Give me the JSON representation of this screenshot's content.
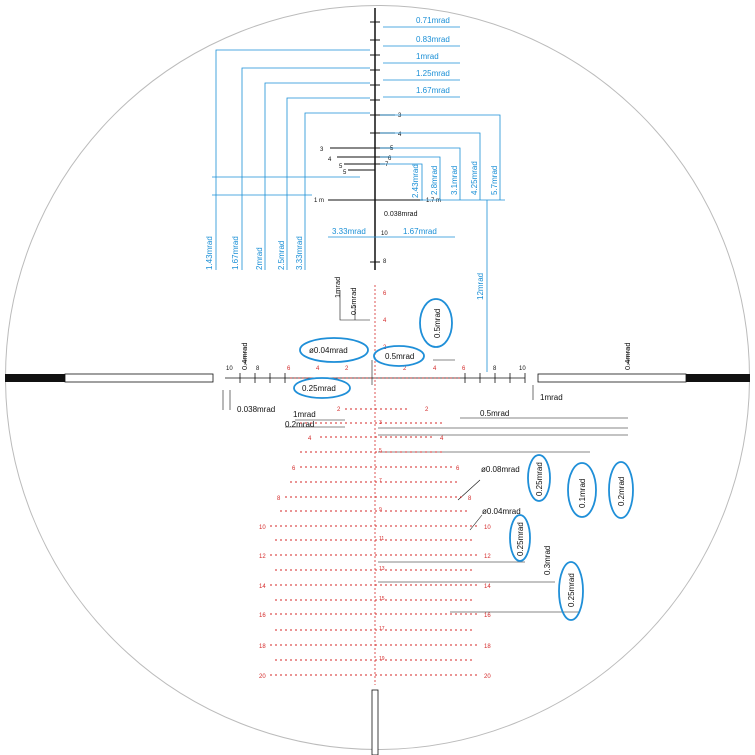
{
  "colors": {
    "dimension_blue": "#1a8fd6",
    "reticle_black": "#111111",
    "subtension_red": "#d42a2a",
    "highlight_oval": "#1f8fd8",
    "field_circle": "#bbbbbb"
  },
  "upper_post": {
    "right_labels": [
      "0.71mrad",
      "0.83mrad",
      "1mrad",
      "1.25mrad",
      "1.67mrad"
    ],
    "rangefinder_numbers": [
      "3",
      "4",
      "5",
      "6",
      "7",
      "3",
      "4",
      "5",
      "5"
    ],
    "vertical_labels_left": [
      "1.43mrad",
      "1.67mrad",
      "2mrad",
      "2.5mrad",
      "3.33mrad"
    ],
    "vertical_labels_right": [
      "2.43mrad",
      "2.8mrad",
      "3.1mrad",
      "4.25mrad",
      "5.7mrad"
    ],
    "mid_left": "1 m",
    "mid_right": "1.7 m",
    "gap_label": "0.038mrad",
    "bar_left": "3.33mrad",
    "bar_number": "10",
    "bar_right": "1.67mrad",
    "marker_8": "8",
    "tall_right": "12mrad"
  },
  "center": {
    "label_1mrad": "1mrad",
    "label_0_5mrad": "0.5mrad",
    "oval_0_5mrad": "0.5mrad",
    "oval_thickness": "ø0.04mrad",
    "oval_0_5mrad_horizontal": "0.5mrad",
    "oval_0_25mrad": "0.25mrad",
    "red_top_numbers": [
      "6",
      "4",
      "2"
    ],
    "left_numbers": [
      "10",
      "8",
      "6",
      "4",
      "2"
    ],
    "right_numbers": [
      "2",
      "4",
      "6",
      "8",
      "10"
    ],
    "left_0_4mrad": "0.4mrad",
    "right_0_4mrad": "0.4mrad",
    "right_1mrad": "1mrad",
    "left_0_038mrad": "0.038mrad",
    "label_1mrad_small": "1mrad",
    "label_0_2mrad": "0.2mrad",
    "right_0_5mrad": "0.5mrad"
  },
  "tree": {
    "left_numbers": [
      "2",
      "4",
      "6",
      "8",
      "10",
      "12",
      "14",
      "16",
      "18",
      "20"
    ],
    "right_numbers": [
      "2",
      "4",
      "6",
      "8",
      "10",
      "12",
      "14",
      "16",
      "18",
      "20"
    ],
    "center_numbers": [
      "3",
      "5",
      "7",
      "9",
      "11",
      "13",
      "15",
      "17",
      "19"
    ],
    "dot_thickness_1": "ø0.08mrad",
    "dot_thickness_2": "ø0.04mrad",
    "oval_0_25mrad_a": "0.25mrad",
    "oval_0_1mrad": "0.1mrad",
    "oval_0_2mrad": "0.2mrad",
    "oval_0_25mrad_b": "0.25mrad",
    "label_0_3mrad": "0.3mrad",
    "oval_0_25mrad_c": "0.25mrad"
  }
}
